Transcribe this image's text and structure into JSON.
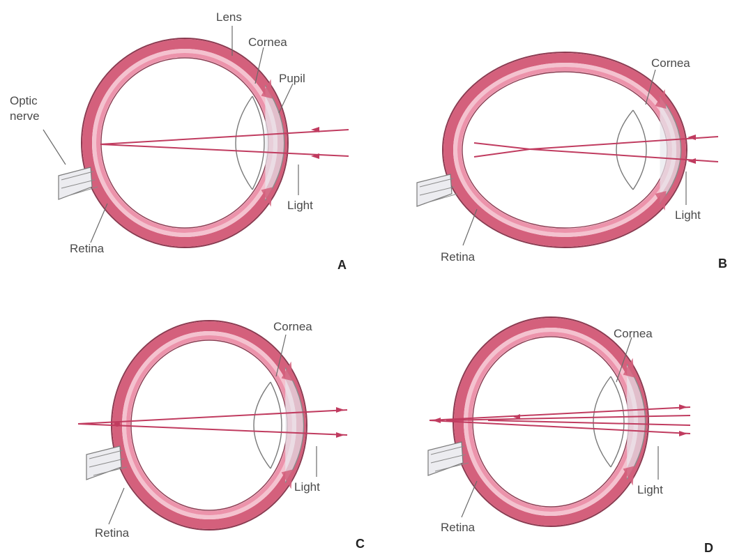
{
  "colors": {
    "sclera": "#d4607c",
    "sclera_outline": "#8a3a50",
    "choroid": "#f4c2cf",
    "retina_band": "#ec93ab",
    "cornea": "#e7e7ec",
    "light_ray": "#c03b5f",
    "lens_line": "#7a7a7a"
  },
  "panels": [
    {
      "id": "A",
      "letter": "A",
      "focus": "on-retina",
      "labels": {
        "lens": "Lens",
        "cornea": "Cornea",
        "pupil": "Pupil",
        "optic_nerve_line1": "Optic",
        "optic_nerve_line2": "nerve",
        "light": "Light",
        "retina": "Retina"
      },
      "icons": [
        "eyeball-icon",
        "optic-nerve-icon",
        "lens-icon",
        "light-ray-icon"
      ]
    },
    {
      "id": "B",
      "letter": "B",
      "focus": "in-front-of-retina",
      "labels": {
        "cornea": "Cornea",
        "light": "Light",
        "retina": "Retina"
      },
      "icons": [
        "eyeball-icon",
        "optic-nerve-icon",
        "lens-icon",
        "light-ray-icon"
      ]
    },
    {
      "id": "C",
      "letter": "C",
      "focus": "behind-retina",
      "labels": {
        "cornea": "Cornea",
        "light": "Light",
        "retina": "Retina"
      },
      "icons": [
        "eyeball-icon",
        "optic-nerve-icon",
        "lens-icon",
        "light-ray-icon"
      ]
    },
    {
      "id": "D",
      "letter": "D",
      "focus": "multiple-focal-points",
      "labels": {
        "cornea": "Cornea",
        "light": "Light",
        "retina": "Retina"
      },
      "icons": [
        "eyeball-icon",
        "optic-nerve-icon",
        "lens-icon",
        "light-ray-icon"
      ]
    }
  ]
}
